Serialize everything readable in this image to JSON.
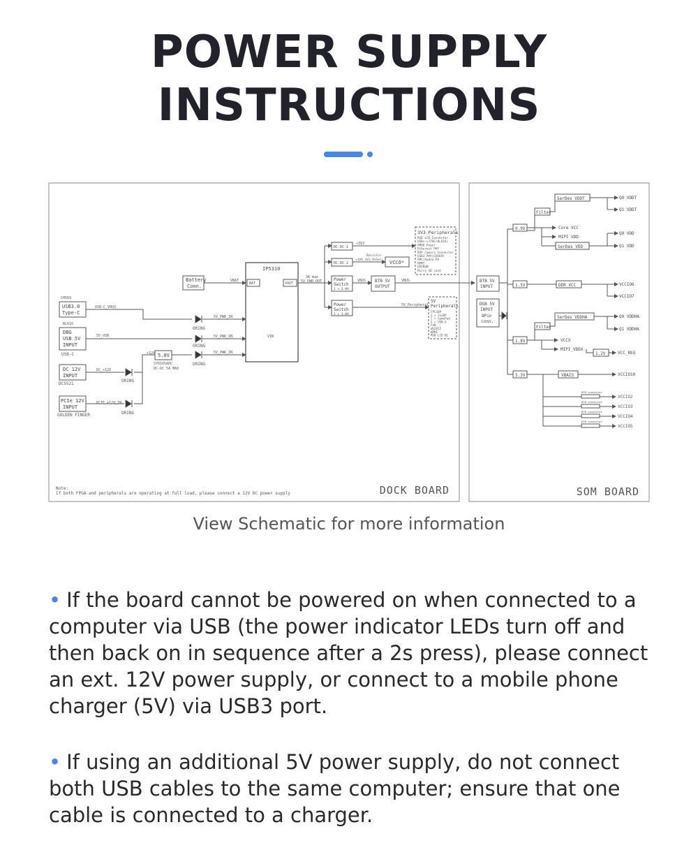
{
  "title": {
    "line1": "POWER SUPPLY",
    "line2": "INSTRUCTIONS"
  },
  "accent_color": "#4a86e0",
  "schematic": {
    "dock": {
      "label": "DOCK BOARD",
      "note_line1": "Note:",
      "note_line2": "If both FPGA and peripherals are operating at full load, please connect a 12V DC power supply",
      "ic": "IP5310",
      "battery": [
        "Battery",
        "Conn."
      ],
      "inputs": [
        {
          "top": "CH569",
          "label": [
            "USB3.0",
            "Type-C"
          ],
          "bottom": "",
          "net": "USB-C_VBUS"
        },
        {
          "top": "BL616",
          "label": [
            "DBG",
            "USB 5V",
            "INPUT"
          ],
          "bottom": "USB-C",
          "net": "5V_USB"
        },
        {
          "top": "",
          "label": [
            "DC 12V",
            "INPUT"
          ],
          "bottom": "DC5521",
          "net": "DC_+12V"
        },
        {
          "top": "",
          "label": [
            "PCIe 12V",
            "INPUT"
          ],
          "bottom": "GOLDEN FINGER",
          "net": "PCIE_+12V_IN"
        }
      ],
      "oring": "ORING",
      "pwr_in_net": "5V_PWR_IN",
      "buck": {
        "label": "5.0V",
        "part": "SY8105ADC",
        "desc": "DC-DC 5A MAX",
        "in": "+12V"
      },
      "ic_pins": {
        "bat": "BAT",
        "vout": "VOUT",
        "vin": "VIN",
        "vbat": "VBAT",
        "out": "3A max",
        "out_net": "5V_PWR_OUT"
      },
      "dcdc1": "DC-DC 1",
      "dcdc2": "DC-DC 2",
      "net_3v3": "+3V3",
      "net_vcco": "+1V8_3V3_PeSel",
      "resistor": "Resistor",
      "vcco": "VCCO*",
      "power_switch_top": [
        "Power",
        "Switch",
        "1 × 2.0A"
      ],
      "power_switch_bot": [
        "Power",
        "Switch",
        "1 × 1.0A"
      ],
      "btb_out": [
        "BTB 5V",
        "OUTPUT"
      ],
      "vbus": "VBUS",
      "periph_3v3_title": "3V3 Peripherals",
      "periph_3v3_items": [
        "RGB LCD Connector",
        "USB<->JTAG(BL616)",
        "PMOD Power",
        "Ethernet PHY",
        "DVP Camera Connector",
        "USB3 PHY(CH569)",
        "SMC/Audio PA",
        "HDMI",
        "EEPROM",
        "Micro SD card"
      ],
      "periph_5v_net": "5V_Peripheral",
      "periph_5v_title": [
        "5V",
        "Peripherals"
      ],
      "periph_5v_items": [
        "FPC10P",
        "2 × 2x20P",
        "2 × GamePad",
        "2 × USB-A",
        "FAN",
        "WS2812",
        "HDMI",
        "RGB LCD BL"
      ]
    },
    "som": {
      "label": "SOM BOARD",
      "btb_in": [
        "BTB 5V",
        "INPUT"
      ],
      "dbg_in": [
        "DGB 5V",
        "INPUT",
        "8Pin",
        "conn."
      ],
      "filter": "Filter",
      "rails": {
        "v09": "0.9V",
        "v15": "1.5V",
        "v18": "1.8V",
        "v33": "3.3V",
        "v12": "1.2V",
        "serdes_vddt": "SerDes VDDT",
        "q0_vddt": "Q0 VDDT",
        "q1_vddt": "Q1 VDDT",
        "core_vcc": "Core VCC",
        "mipi_vdd": "MIPI VDD",
        "q0_vdd": "Q0 VDD",
        "serdes_vdd": "SerDes VDD",
        "q1_vdd": "Q1 VDD",
        "ddr_vcc": "DDR VCC",
        "vccio6": "VCCIO6",
        "vccio7": "VCCIO7",
        "serdes_vddha": "SerDes VDDHA",
        "q0_vddha": "Q0 VDDHA",
        "q1_vddha": "Q1 VDDHA",
        "vccx": "VCCX",
        "mipi_vddx": "MIPI_VDDX",
        "vcc_reg": "VCC_REG",
        "vbais": "VBAIS",
        "vccio10": "VCCIO10",
        "btb_connector": "BTB connector",
        "vccio2": "VCCIO2",
        "vccio3": "VCCIO3",
        "vccio4": "VCCIO4",
        "vccio5": "VCCIO5"
      }
    }
  },
  "caption": "View Schematic for more information",
  "notes": [
    "If the  board cannot be powered on when connected to a computer via USB (the power indicator LEDs turn off and then back on in sequence after a 2s press), please connect an ext. 12V power supply, or connect to a mobile phone charger (5V) via USB3 port.",
    "If using an additional 5V power supply, do not connect both USB cables to the same computer; ensure that one cable is connected to a charger."
  ]
}
